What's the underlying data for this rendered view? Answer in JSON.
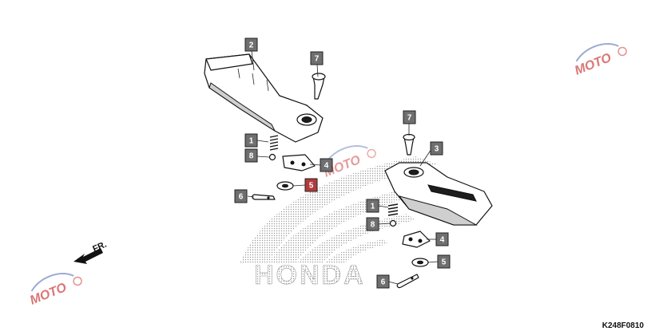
{
  "diagram": {
    "code": "K248F0810",
    "direction_label": "FR.",
    "brand_lettering": "HONDA",
    "watermark_text": "MOTO",
    "colors": {
      "callout_fill": "#6f6f6f",
      "callout_highlight": "#b23a3a",
      "line": "#111111",
      "watermark_red": "#d04848",
      "watermark_blue": "#5a6fb8"
    }
  },
  "callouts": [
    {
      "id": "callout-2-left",
      "label": "2"
    },
    {
      "id": "callout-7-left",
      "label": "7"
    },
    {
      "id": "callout-1-left",
      "label": "1"
    },
    {
      "id": "callout-8-left",
      "label": "8"
    },
    {
      "id": "callout-4-left",
      "label": "4"
    },
    {
      "id": "callout-5-left",
      "label": "5"
    },
    {
      "id": "callout-6-left",
      "label": "6"
    },
    {
      "id": "callout-7-right",
      "label": "7"
    },
    {
      "id": "callout-3-right",
      "label": "3"
    },
    {
      "id": "callout-1-right",
      "label": "1"
    },
    {
      "id": "callout-8-right",
      "label": "8"
    },
    {
      "id": "callout-4-right",
      "label": "4"
    },
    {
      "id": "callout-5-right",
      "label": "5"
    },
    {
      "id": "callout-6-right",
      "label": "6"
    }
  ]
}
